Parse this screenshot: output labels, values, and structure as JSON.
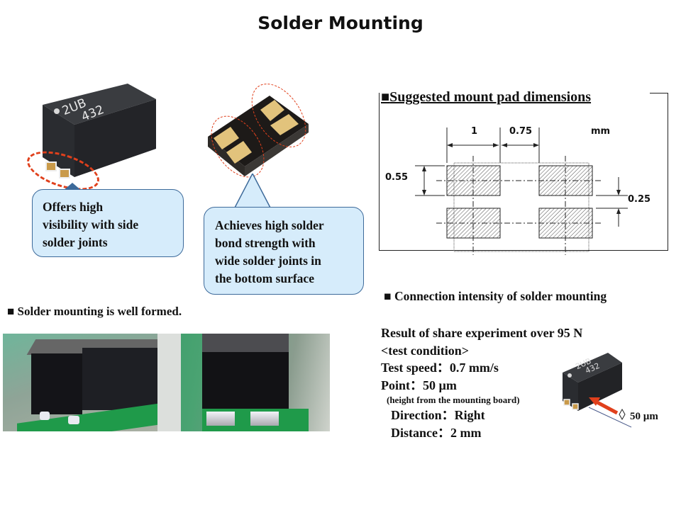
{
  "slide": {
    "title": "Solder Mounting"
  },
  "product_photo_left": {
    "marking_line1": "2UB",
    "marking_line2": "432",
    "callout_lines": [
      "Offers high",
      "visibility with side",
      "solder joints"
    ]
  },
  "product_photo_bottom": {
    "callout_lines": [
      "Achieves high solder",
      "bond strength with",
      "wide solder joints in",
      "the bottom surface"
    ]
  },
  "pad_dimensions": {
    "heading": "Suggested mount pad dimensions",
    "unit": "mm",
    "dim_pad_width": "1",
    "dim_gap": "0.75",
    "dim_pad_height": "0.55",
    "dim_pad_spacing": "0.25"
  },
  "solder_formed": {
    "heading": "Solder mounting is well formed."
  },
  "connection_intensity": {
    "heading": "Connection intensity of solder mounting",
    "result": "Result of share experiment over 95 N",
    "condition_label": "<test condition>",
    "test_speed": "Test speed：0.7 mm/s",
    "point": "Point：50 µm",
    "point_note": "(height from the mounting board)",
    "direction": "Direction：Right",
    "distance": "Distance：2 mm",
    "marking_line1": "2UB",
    "marking_line2": "432",
    "height_label": "50 µm"
  },
  "colors": {
    "callout_fill": "#d6ecfb",
    "callout_border": "#3d6a9a",
    "highlight_red": "#e0401c",
    "pcb_green": "#1f9a4a",
    "chip_body": "#2a2c30",
    "terminal_gold": "#c99a4a"
  }
}
